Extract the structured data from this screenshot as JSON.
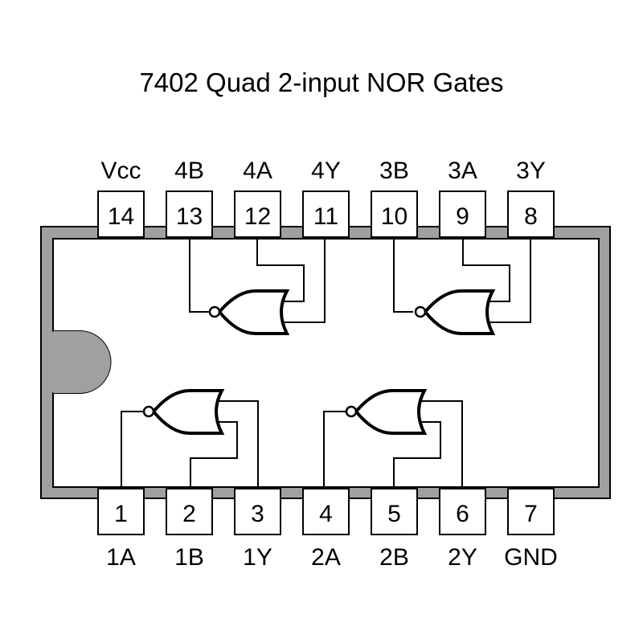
{
  "title": "7402 Quad 2-input NOR Gates",
  "colors": {
    "package_border": "#a0a0a0",
    "outline": "#000000",
    "background": "#ffffff"
  },
  "top_pins": [
    {
      "number": "14",
      "label": "Vcc"
    },
    {
      "number": "13",
      "label": "4B"
    },
    {
      "number": "12",
      "label": "4A"
    },
    {
      "number": "11",
      "label": "4Y"
    },
    {
      "number": "10",
      "label": "3B"
    },
    {
      "number": "9",
      "label": "3A"
    },
    {
      "number": "8",
      "label": "3Y"
    }
  ],
  "bottom_pins": [
    {
      "number": "1",
      "label": "1A"
    },
    {
      "number": "2",
      "label": "1B"
    },
    {
      "number": "3",
      "label": "1Y"
    },
    {
      "number": "4",
      "label": "2A"
    },
    {
      "number": "5",
      "label": "2B"
    },
    {
      "number": "6",
      "label": "2Y"
    },
    {
      "number": "7",
      "label": "GND"
    }
  ],
  "gates": [
    {
      "name": "gate-4",
      "type": "NOR",
      "row": "top",
      "bubble_pin": "13",
      "input_pins": [
        "12",
        "11"
      ]
    },
    {
      "name": "gate-3",
      "type": "NOR",
      "row": "top",
      "bubble_pin": "10",
      "input_pins": [
        "9",
        "8"
      ]
    },
    {
      "name": "gate-1",
      "type": "NOR",
      "row": "bottom",
      "bubble_pin": "1",
      "input_pins": [
        "2",
        "3"
      ]
    },
    {
      "name": "gate-2",
      "type": "NOR",
      "row": "bottom",
      "bubble_pin": "4",
      "input_pins": [
        "5",
        "6"
      ]
    }
  ]
}
